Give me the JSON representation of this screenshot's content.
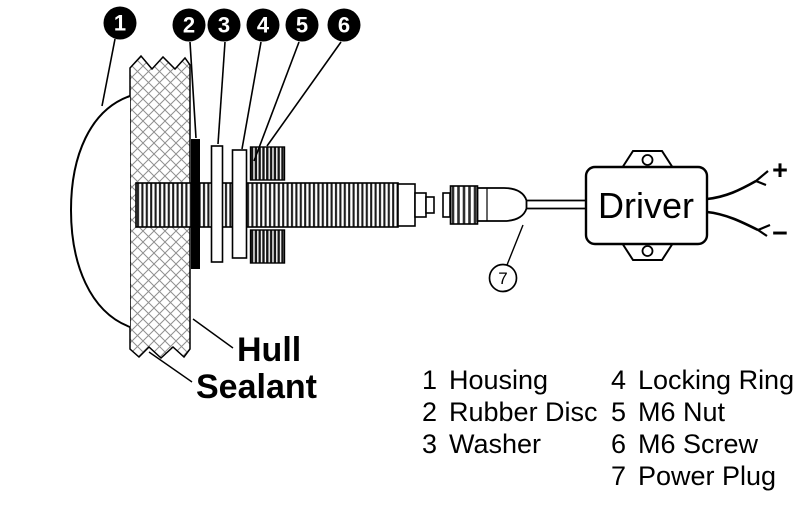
{
  "figure": {
    "hull_label": "Hull",
    "sealant_label": "Sealant",
    "driver_label": "Driver",
    "positive_symbol": "+",
    "negative_symbol": "−"
  },
  "callouts": {
    "c1": "1",
    "c2": "2",
    "c3": "3",
    "c4": "4",
    "c5": "5",
    "c6": "6",
    "c7": "7"
  },
  "legend": {
    "col1": [
      {
        "num": "1",
        "label": "Housing"
      },
      {
        "num": "2",
        "label": "Rubber Disc"
      },
      {
        "num": "3",
        "label": "Washer"
      }
    ],
    "col2": [
      {
        "num": "4",
        "label": "Locking Ring"
      },
      {
        "num": "5",
        "label": "M6 Nut"
      },
      {
        "num": "6",
        "label": "M6 Screw"
      },
      {
        "num": "7",
        "label": "Power Plug"
      }
    ]
  },
  "colors": {
    "line": "#000000",
    "background": "#ffffff",
    "hatch_gray": "#8f8f8f"
  }
}
